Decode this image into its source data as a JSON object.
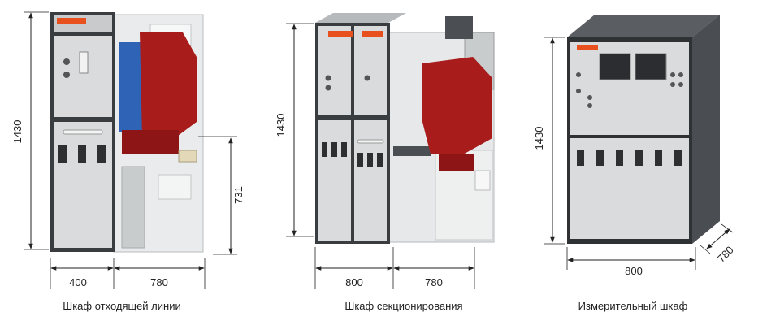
{
  "figures": [
    {
      "caption": "Шкаф отходящей линии",
      "height_label": "1430",
      "mid_height_label": "731",
      "width_label": "400",
      "depth_label": "780"
    },
    {
      "caption": "Шкаф секционирования",
      "height_label": "1430",
      "width_label": "800",
      "depth_label": "780"
    },
    {
      "caption": "Измерительный шкаф",
      "height_label": "1430",
      "width_label": "800",
      "depth_label": "780"
    }
  ],
  "colors": {
    "cabinet_gray": "#d9dbdc",
    "frame_dark": "#3a3d40",
    "breaker_red": "#a81c1c",
    "busbar_blue": "#2f63b6",
    "logo_orange": "#e8501e"
  }
}
